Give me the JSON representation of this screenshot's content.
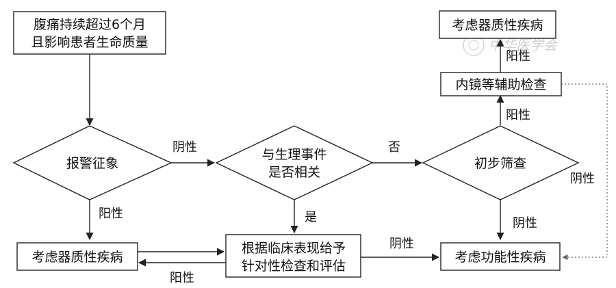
{
  "nodes": {
    "start_line1": "腹痛持续超过6个月",
    "start_line2": "且影响患者生命质量",
    "alarm": "报警征象",
    "physio_line1": "与生理事件",
    "physio_line2": "是否相关",
    "screen": "初步筛查",
    "organic_top": "考虑器质性疾病",
    "endoscopy": "内镜等辅助检查",
    "organic_bottom": "考虑器质性疾病",
    "targeted_line1": "根据临床表现给予",
    "targeted_line2": "针对性检查和评估",
    "functional": "考虑功能性疾病"
  },
  "edges": {
    "alarm_to_physio": "阴性",
    "alarm_to_organic": "阳性",
    "physio_to_screen": "否",
    "physio_to_targeted": "是",
    "screen_to_endoscopy": "阳性",
    "endoscopy_to_organic": "阳性",
    "screen_to_functional": "阴性",
    "screen_negative_right": "阴性",
    "targeted_to_functional": "阴性",
    "targeted_to_organic": "阳性"
  },
  "watermark": "中华医学会"
}
